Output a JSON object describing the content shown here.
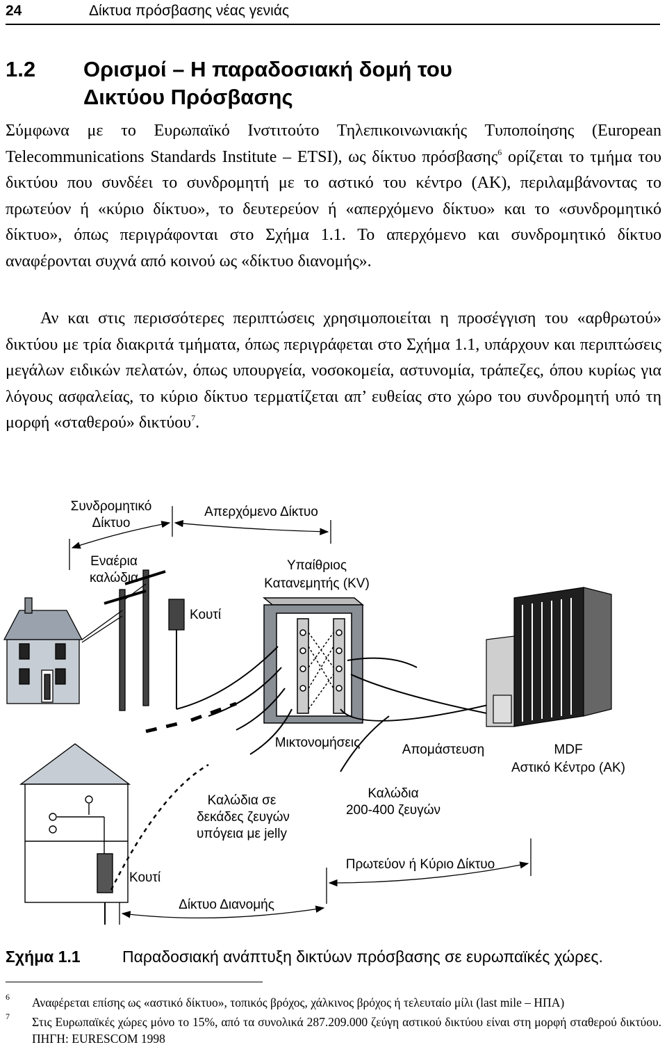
{
  "header": {
    "page_number": "24",
    "running_title": "Δίκτυα πρόσβασης νέας γενιάς"
  },
  "section": {
    "number": "1.2",
    "title": "Ορισμοί – Η παραδοσιακή δομή του Δικτύου Πρόσβασης"
  },
  "body": {
    "p1_a": "Σύμφωνα με το Ευρωπαϊκό Ινστιτούτο Τηλεπικοινωνιακής Τυποποίησης (European Telecommunications Standards Institute – ETSI), ως δίκτυο πρόσβασης",
    "p1_fnref": "6",
    "p1_b": " ορίζεται το τμήμα του δικτύου που συνδέει το συνδρομητή με το αστικό του κέντρο (ΑΚ), περιλαμβάνοντας το πρωτεύον ή «κύριο δίκτυο», το δευτερεύον ή «απερχόμενο δίκτυο» και το «συνδρομητικό δίκτυο», όπως περιγράφονται στο Σχήμα 1.1. Το απερχόμενο και συνδρομητικό δίκτυο αναφέρονται συχνά από κοινού ως «δίκτυο διανομής».",
    "p2_a": "Αν και στις περισσότερες περιπτώσεις χρησιμοποιείται η προσέγγιση του «αρθρωτού» δικτύου με τρία διακριτά τμήματα, όπως περιγράφεται στο Σχήμα 1.1, υπάρχουν και περιπτώσεις μεγάλων ειδικών πελατών, όπως υπουργεία, νοσοκομεία, αστυνομία, τράπεζες, όπου κυρίως για λόγους ασφαλείας, το κύριο δίκτυο τερματίζεται απ’ ευθείας στο χώρο του συνδρομητή υπό τη μορφή «σταθερού» δικτύου",
    "p2_fnref": "7",
    "p2_end": "."
  },
  "figure": {
    "lbl_subscriber_1": "Συνδρομητικό",
    "lbl_subscriber_2": "Δίκτυο",
    "lbl_distribution_out": "Απερχόμενο Δίκτυο",
    "lbl_aerial_1": "Εναέρια",
    "lbl_aerial_2": "καλώδια",
    "lbl_outdoor_1": "Υπαίθριος",
    "lbl_outdoor_2": "Κατανεμητής (KV)",
    "lbl_box_top": "Κουτί",
    "lbl_jumpers": "Μικτονομήσεις",
    "lbl_termination": "Απομάστευση",
    "lbl_mdf": "MDF",
    "lbl_exchange": "Αστικό Κέντρο (ΑΚ)",
    "lbl_cables_tens_1": "Καλώδια σε",
    "lbl_cables_tens_2": "δεκάδες ζευγών",
    "lbl_cables_tens_3": "υπόγεια με jelly",
    "lbl_cables_pairs_1": "Καλώδια",
    "lbl_cables_pairs_2": "200-400 ζευγών",
    "lbl_primary": "Πρωτεύον ή Κύριο Δίκτυο",
    "lbl_box_bottom": "Κουτί",
    "lbl_distribution_net": "Δίκτυο Διανομής"
  },
  "caption": {
    "label": "Σχήμα 1.1",
    "text": "Παραδοσιακή ανάπτυξη δικτύων πρόσβασης σε ευρωπαϊκές χώρες."
  },
  "footnotes": [
    {
      "num": "6",
      "text": "Αναφέρεται επίσης ως «αστικό δίκτυο», τοπικός βρόχος, χάλκινος βρόχος ή τελευταίο μίλι (last mile – ΗΠΑ)"
    },
    {
      "num": "7",
      "text": "Στις Ευρωπαϊκές χώρες μόνο το 15%, από τα συνολικά 287.209.000 ζεύγη αστικού δικτύου είναι στη μορφή σταθερού δικτύου. ΠΗΓΗ: EURESCOM 1998"
    }
  ]
}
